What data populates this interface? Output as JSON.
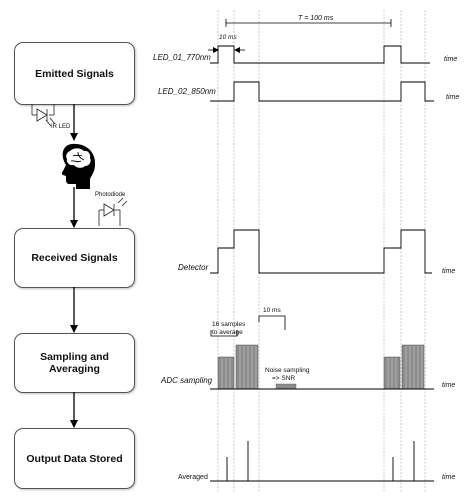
{
  "flow_boxes": [
    {
      "label": "Emitted Signals"
    },
    {
      "label": "Received Signals"
    },
    {
      "label": "Sampling and Averaging"
    },
    {
      "label": "Output Data Stored"
    }
  ],
  "components": {
    "ir_led": "IR LED",
    "photodiode": "Photodiode"
  },
  "timing": {
    "period_label": "T = 100 ms",
    "pulse_width_label": "10 ms",
    "noise_window_label": "10 ms",
    "samples_label_line1": "16 samples",
    "samples_label_line2": "to average",
    "noise_label_line1": "Noise sampling",
    "noise_label_line2": "=> SNR",
    "time_label": "time"
  },
  "signals": [
    {
      "label": "LED_01_770nm"
    },
    {
      "label": "LED_02_850nm"
    },
    {
      "label": "Detector"
    },
    {
      "label": "ADC sampling"
    },
    {
      "label": "Averaged"
    }
  ]
}
